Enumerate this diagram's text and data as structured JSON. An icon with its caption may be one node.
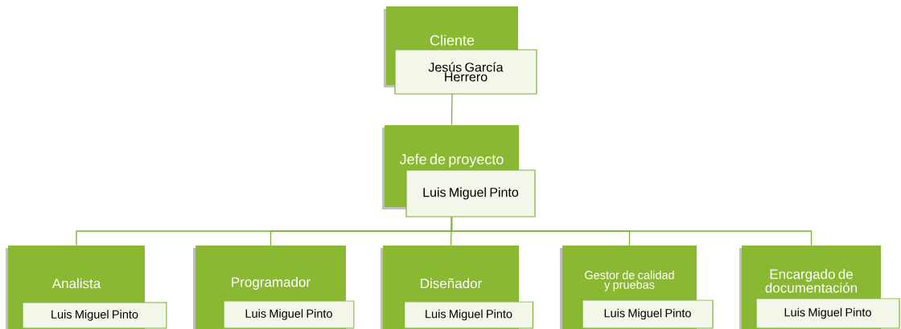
{
  "diagram": {
    "nodes": [
      {
        "text": [
          "Cliente",
          "Jesús García Herrero"
        ]
      },
      {
        "text": [
          "Jefe de proyecto",
          "Luis Miguel Pinto"
        ]
      },
      {
        "text": [
          "Analista",
          "Luis Miguel Pinto"
        ]
      },
      {
        "text": [
          "Programador",
          "Luis Miguel Pinto"
        ]
      },
      {
        "text": [
          "Diseñador",
          "Luis Miguel Pinto"
        ]
      },
      {
        "text": [
          "Gestor de calidad y pruebas",
          "Luis Miguel Pinto"
        ]
      },
      {
        "text": [
          "Encargado de documentación",
          "Luis Miguel Pinto"
        ]
      }
    ],
    "edges": [
      {
        "from": 0,
        "to": 1,
        "arrow": "none"
      },
      {
        "from": 1,
        "to": 2,
        "arrow": "none"
      },
      {
        "from": 1,
        "to": 3,
        "arrow": "none"
      },
      {
        "from": 1,
        "to": 4,
        "arrow": "none"
      },
      {
        "from": 1,
        "to": 5,
        "arrow": "none"
      },
      {
        "from": 1,
        "to": 6,
        "arrow": "none"
      }
    ]
  }
}
